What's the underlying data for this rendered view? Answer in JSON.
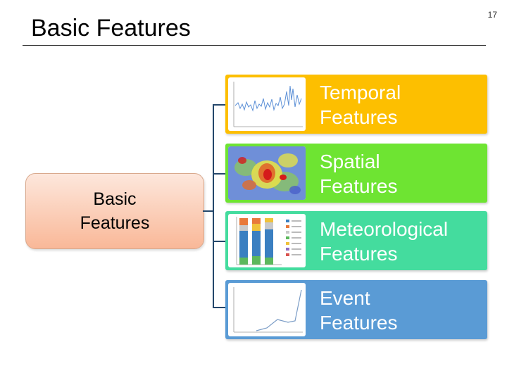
{
  "slide": {
    "title": "Basic Features",
    "page_number": "17"
  },
  "diagram": {
    "root": {
      "label": "Basic Features"
    },
    "children": [
      {
        "label_line1": "Temporal",
        "label_line2": "Features",
        "color": "#fdbf00",
        "thumbnail": "line-chart-icon"
      },
      {
        "label_line1": "Spatial",
        "label_line2": "Features",
        "color": "#6ee432",
        "thumbnail": "heatmap-icon"
      },
      {
        "label_line1": "Meteorological",
        "label_line2": "Features",
        "color": "#44dc9e",
        "thumbnail": "stacked-bar-chart-icon"
      },
      {
        "label_line1": "Event",
        "label_line2": "Features",
        "color": "#5a9bd5",
        "thumbnail": "spike-line-chart-icon"
      }
    ]
  }
}
